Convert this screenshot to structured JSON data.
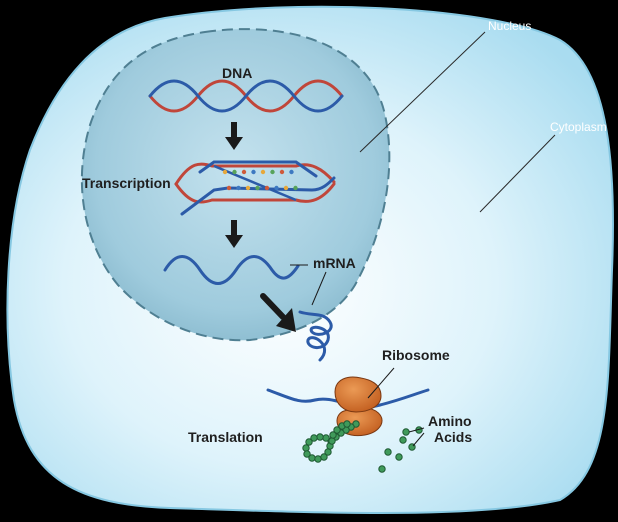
{
  "labels": {
    "nucleus": "Nucleus",
    "cytoplasm": "Cytoplasm",
    "dna": "DNA",
    "transcription": "Transcription",
    "mrna": "mRNA",
    "ribosome": "Ribosome",
    "translation": "Translation",
    "amino": "Amino",
    "acids": "Acids"
  },
  "colors": {
    "background": "#000000",
    "cell_fill": "#c9ebf8",
    "cell_stroke": "#7cc0dc",
    "nucleus_fill": "#9bcadc",
    "nucleus_stroke": "#4f7f92",
    "dna_strand_red": "#c0463a",
    "dna_strand_blue": "#2c5ba8",
    "ribosome": "#d9712c",
    "amino_acid": "#3f9a5a",
    "arrow": "#1a1a1a"
  }
}
